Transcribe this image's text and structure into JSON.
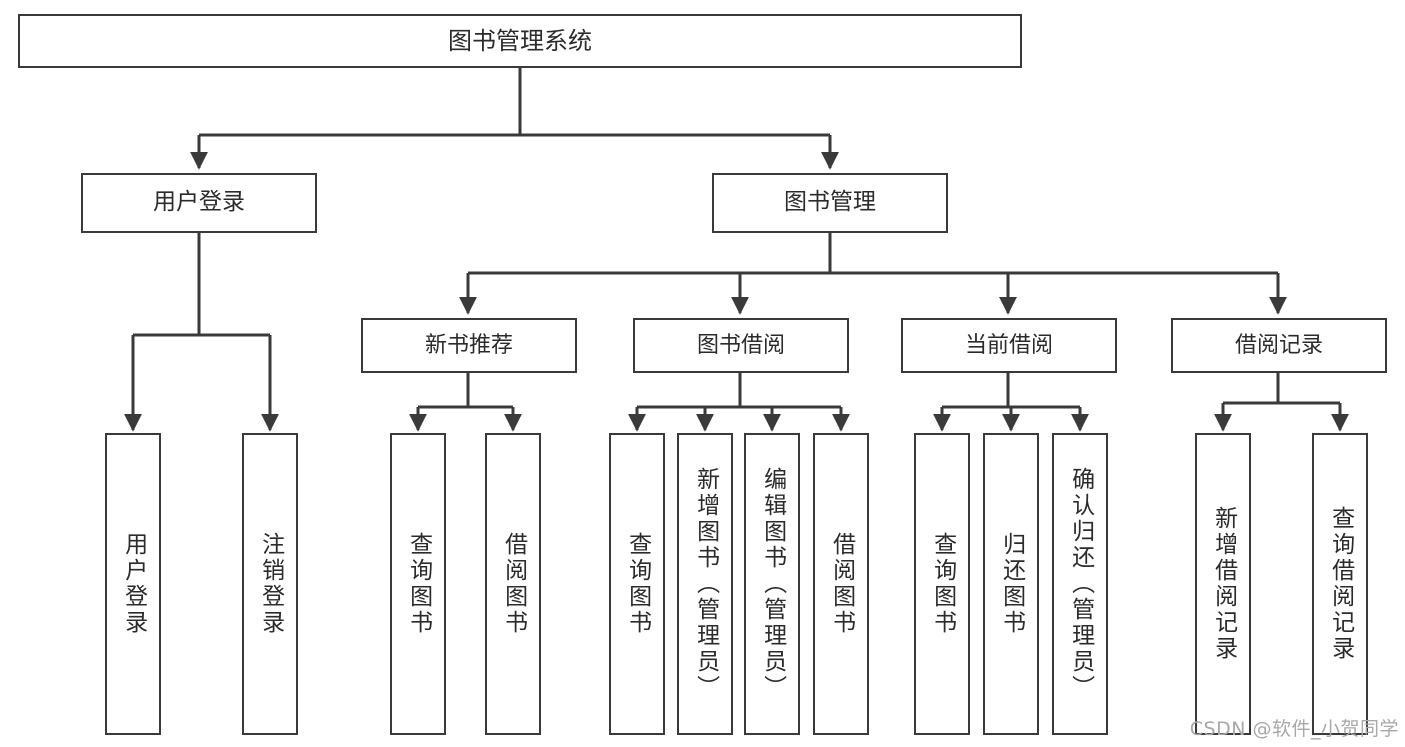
{
  "diagram": {
    "type": "tree-hierarchy",
    "title": "图书管理系统",
    "root": {
      "id": "root",
      "label": "图书管理系统"
    },
    "level1": [
      {
        "id": "user-login",
        "label": "用户登录"
      },
      {
        "id": "book-manage",
        "label": "图书管理"
      }
    ],
    "level2": [
      {
        "id": "new-book-recommend",
        "label": "新书推荐"
      },
      {
        "id": "book-borrow",
        "label": "图书借阅"
      },
      {
        "id": "current-borrow",
        "label": "当前借阅"
      },
      {
        "id": "borrow-record",
        "label": "借阅记录"
      }
    ],
    "leaves": {
      "user_login": [
        {
          "id": "leaf-user-login",
          "label": "用户登录"
        },
        {
          "id": "leaf-logout-login",
          "label": "注销登录"
        }
      ],
      "new_book_recommend": [
        {
          "id": "leaf-query-book-1",
          "label": "查询图书"
        },
        {
          "id": "leaf-borrow-book-1",
          "label": "借阅图书"
        }
      ],
      "book_borrow": [
        {
          "id": "leaf-query-book-2",
          "label": "查询图书"
        },
        {
          "id": "leaf-add-book",
          "label": "新增图书（管理员）"
        },
        {
          "id": "leaf-edit-book",
          "label": "编辑图书（管理员）"
        },
        {
          "id": "leaf-borrow-book-2",
          "label": "借阅图书"
        }
      ],
      "current_borrow": [
        {
          "id": "leaf-query-book-3",
          "label": "查询图书"
        },
        {
          "id": "leaf-return-book",
          "label": "归还图书"
        },
        {
          "id": "leaf-confirm-return",
          "label": "确认归还（管理员）"
        }
      ],
      "borrow_record": [
        {
          "id": "leaf-add-record",
          "label": "新增借阅记录"
        },
        {
          "id": "leaf-query-record",
          "label": "查询借阅记录"
        }
      ]
    }
  },
  "watermark": {
    "text": "CSDN @软件_小贺同学"
  },
  "colors": {
    "background": "#ffffff",
    "node_border": "#3a3a3a",
    "node_fill": "#ffffff",
    "text": "#2b2b2b",
    "connector": "#3a3a3a",
    "watermark": "#a8a8a8"
  }
}
